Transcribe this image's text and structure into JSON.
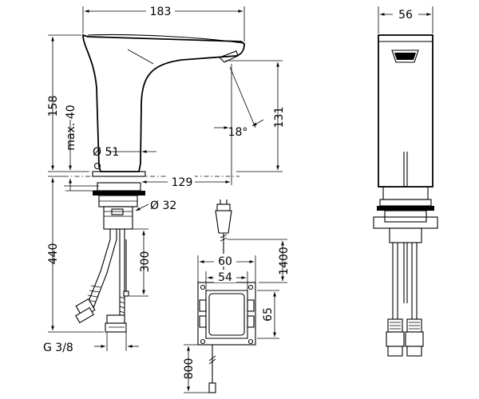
{
  "drawing": {
    "dimensions": {
      "spout_length": "183",
      "body_width": "56",
      "height_total": "158",
      "height_max": "max. 40",
      "spout_height": "131",
      "spray_angle": "18°",
      "base_diameter": "Ø 51",
      "reach": "129",
      "shank_diameter": "Ø 32",
      "hose_length": "440",
      "cable_300": "300",
      "box_width": "60",
      "box_inner_width": "54",
      "box_height": "65",
      "cable_1400": "1400",
      "cable_800": "800",
      "thread": "G 3/8"
    }
  }
}
